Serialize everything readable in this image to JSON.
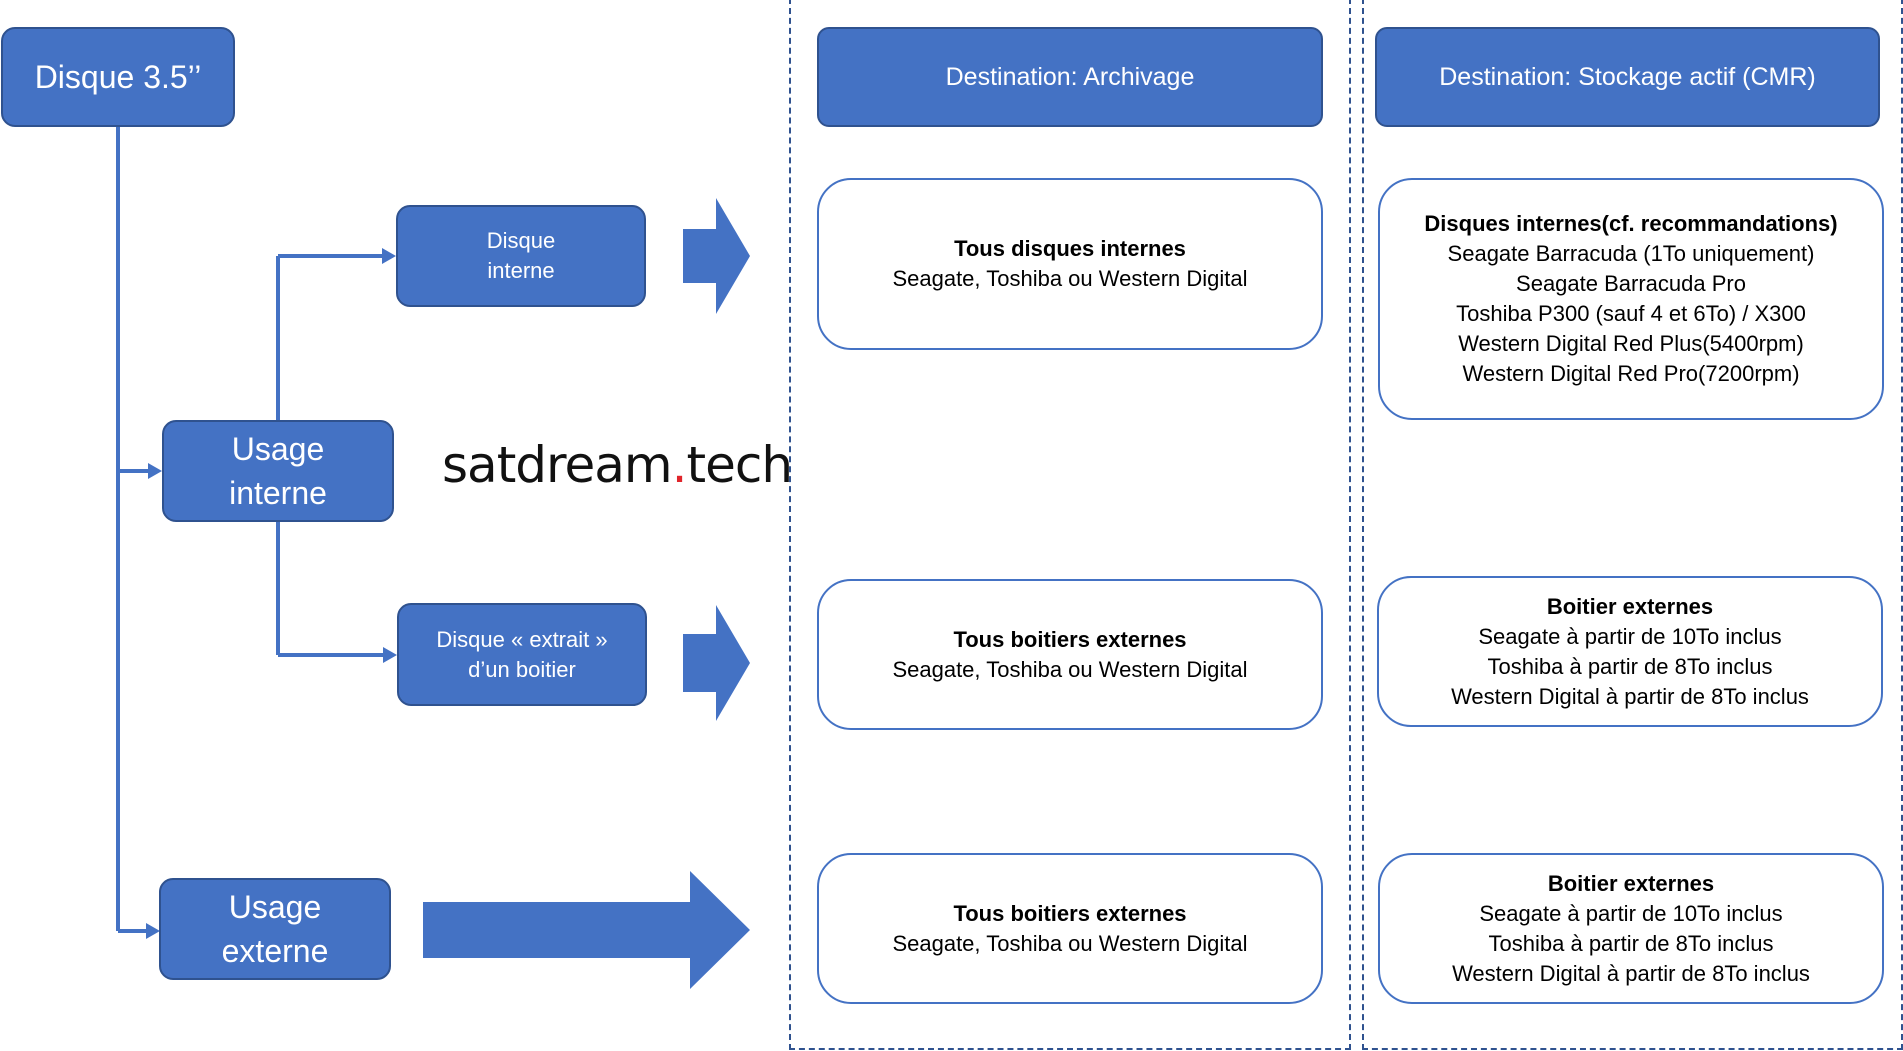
{
  "colors": {
    "primary": "#4472c4",
    "border": "#2f528f",
    "dot": "#e0252b"
  },
  "root": {
    "label": "Disque 3.5’’"
  },
  "usage_interne": {
    "line1": "Usage",
    "line2": "interne"
  },
  "usage_externe": {
    "line1": "Usage",
    "line2": "externe"
  },
  "disque_interne": {
    "line1": "Disque",
    "line2": "interne"
  },
  "disque_extrait": {
    "line1": "Disque « extrait »",
    "line2": "d’un boitier"
  },
  "logo": {
    "part1": "satdream",
    "dot": ".",
    "part2": "tech"
  },
  "archivage": {
    "header": "Destination: Archivage",
    "cards": [
      {
        "title": "Tous disques internes",
        "lines": [
          "Seagate, Toshiba ou Western Digital"
        ]
      },
      {
        "title": "Tous boitiers externes",
        "lines": [
          "Seagate, Toshiba ou Western Digital"
        ]
      },
      {
        "title": "Tous boitiers externes",
        "lines": [
          "Seagate, Toshiba ou Western Digital"
        ]
      }
    ]
  },
  "stockage": {
    "header": "Destination: Stockage actif (CMR)",
    "cards": [
      {
        "title": "Disques internes(cf. recommandations)",
        "lines": [
          "Seagate Barracuda (1To uniquement)",
          "Seagate Barracuda Pro",
          "Toshiba P300 (sauf 4 et 6To) / X300",
          "Western Digital Red Plus(5400rpm)",
          "Western Digital Red Pro(7200rpm)"
        ]
      },
      {
        "title": "Boitier externes",
        "lines": [
          "Seagate à partir de 10To inclus",
          "Toshiba à partir de 8To inclus",
          "Western Digital à partir de 8To inclus"
        ]
      },
      {
        "title": "Boitier externes",
        "lines": [
          "Seagate à partir de 10To inclus",
          "Toshiba à partir de 8To inclus",
          "Western Digital à partir de 8To inclus"
        ]
      }
    ]
  }
}
